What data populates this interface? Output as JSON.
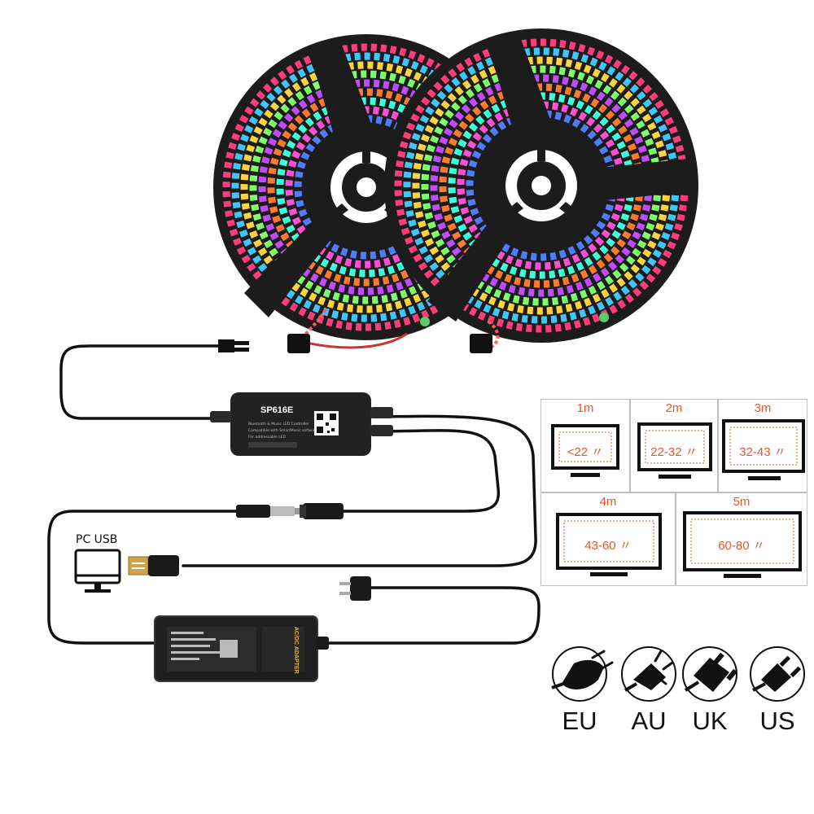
{
  "controller": {
    "model": "SP616E",
    "subtitle_1": "Bluetooth & Music LED Controller",
    "subtitle_2": "Compatible with SmartMusic software",
    "subtitle_3": "For addressable LED"
  },
  "adapter": {
    "side_label": "AC/DC ADAPTER"
  },
  "pc_usb_label": "PC USB",
  "size_guide": [
    {
      "length": "1m",
      "tv_size": "<22 〃"
    },
    {
      "length": "2m",
      "tv_size": "22-32 〃"
    },
    {
      "length": "3m",
      "tv_size": "32-43 〃"
    },
    {
      "length": "4m",
      "tv_size": "43-60 〃"
    },
    {
      "length": "5m",
      "tv_size": "60-80 〃"
    }
  ],
  "plug_types": [
    "EU",
    "AU",
    "UK",
    "US"
  ],
  "colors": {
    "accent": "#e2572b",
    "reel": "#1c1c1c",
    "cable": "#111111"
  }
}
